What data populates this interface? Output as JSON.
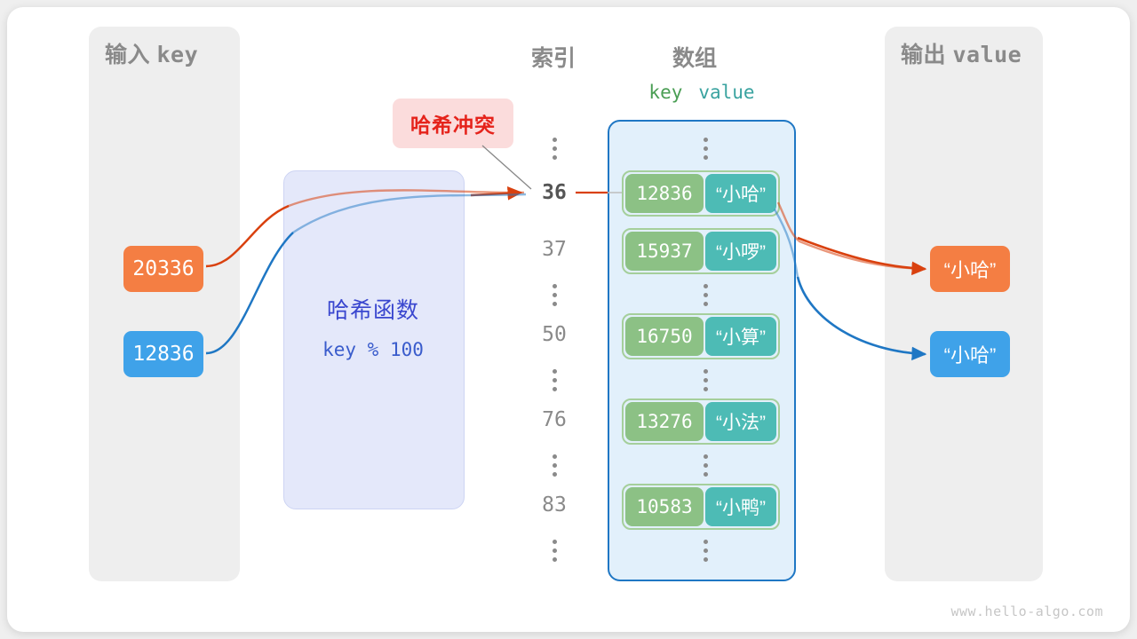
{
  "panels": {
    "input": {
      "label_cn": "输入",
      "label_mono": "key"
    },
    "output": {
      "label_cn": "输出",
      "label_mono": "value"
    }
  },
  "columns": {
    "index_title": "索引",
    "array_title": "数组",
    "key_header": "key",
    "value_header": "value"
  },
  "badge": {
    "collision_label": "哈希冲突"
  },
  "hash_function": {
    "title": "哈希函数",
    "formula": "key % 100"
  },
  "input_keys": [
    {
      "value": "20336",
      "color": "#f47e43"
    },
    {
      "value": "12836",
      "color": "#3fa2e9"
    }
  ],
  "output_values": [
    {
      "value": "“小哈”",
      "color": "#f47e43"
    },
    {
      "value": "“小哈”",
      "color": "#3fa2e9"
    }
  ],
  "index_labels": [
    {
      "text": "36",
      "highlighted": true
    },
    {
      "text": "37",
      "highlighted": false
    },
    {
      "text": "50",
      "highlighted": false
    },
    {
      "text": "76",
      "highlighted": false
    },
    {
      "text": "83",
      "highlighted": false
    }
  ],
  "array_entries": [
    {
      "key": "12836",
      "value": "“小哈”"
    },
    {
      "key": "15937",
      "value": "“小啰”"
    },
    {
      "key": "16750",
      "value": "“小算”"
    },
    {
      "key": "13276",
      "value": "“小法”"
    },
    {
      "key": "10583",
      "value": "“小鸭”"
    }
  ],
  "ellipsis_marker": "vertical-ellipsis",
  "watermark": "www.hello-algo.com",
  "colors": {
    "panel_gray": "#eeeeee",
    "array_fill": "#e2f0fb",
    "array_border": "#1f77c4",
    "key_cell": "#8cc185",
    "value_cell": "#4dbbb5",
    "pair_border": "#a5cf9b",
    "hash_fill": "#e4e8fa",
    "hash_text": "#3a47cf",
    "orange": "#f47e43",
    "blue": "#3fa2e9",
    "arrow_orange": "#d9410f",
    "arrow_blue": "#1f77c4",
    "collision_bg": "#fbdcdc",
    "collision_text": "#e5231b"
  }
}
